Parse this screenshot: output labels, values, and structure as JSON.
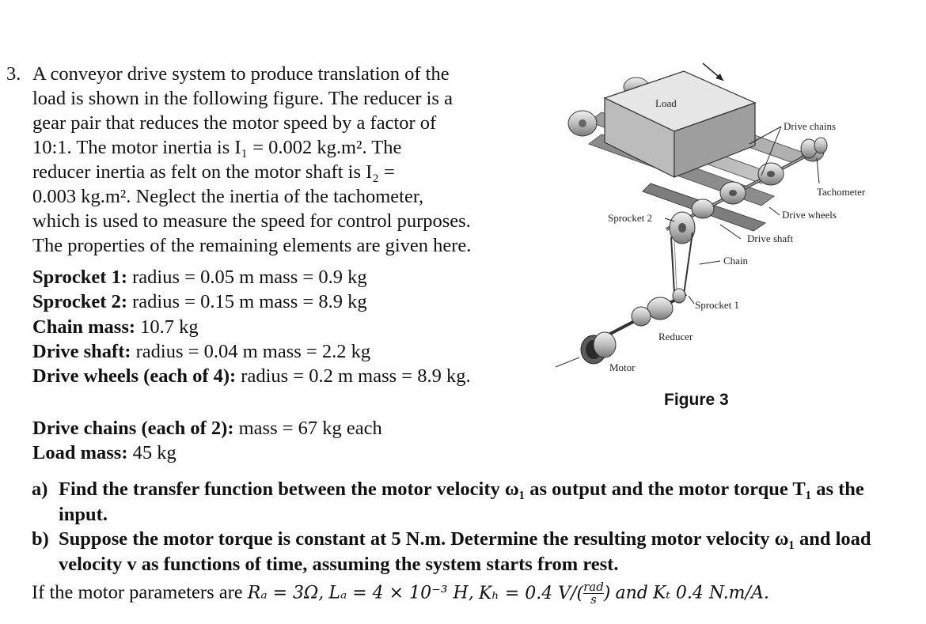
{
  "problem": {
    "number": "3.",
    "intro_lines": [
      "A conveyor drive system to produce translation of the",
      "load is shown in the following figure. The reducer is a",
      "gear pair that reduces the motor speed by a factor of",
      "10:1. The motor inertia is I₁ = 0.002 kg.m². The",
      "reducer inertia as felt on the motor shaft is I₂ =",
      "0.003 kg.m². Neglect the inertia of the tachometer,",
      "which is used to measure the speed for control purposes.",
      "The properties of the remaining elements are given here."
    ]
  },
  "properties": [
    {
      "label": "Sprocket 1:",
      "value": "radius = 0.05 m mass = 0.9 kg"
    },
    {
      "label": "Sprocket 2:",
      "value": "radius = 0.15 m mass = 8.9 kg"
    },
    {
      "label": "Chain mass:",
      "value": "10.7 kg"
    },
    {
      "label": "Drive shaft:",
      "value": "radius = 0.04 m mass = 2.2 kg"
    },
    {
      "label": "Drive wheels (each of 4):",
      "value": "radius = 0.2 m mass = 8.9 kg."
    },
    {
      "label": "Drive chains (each of 2):",
      "value": "mass = 67 kg each"
    },
    {
      "label": "Load mass:",
      "value": "45 kg"
    }
  ],
  "questions": [
    {
      "label": "a)",
      "text": "Find the transfer function between the motor velocity ω₁ as output and the motor torque T₁ as the input."
    },
    {
      "label": "b)",
      "text": "Suppose the motor torque is constant at 5 N.m. Determine the resulting motor velocity ω₁ and load velocity v as functions of time, assuming the system starts from rest."
    }
  ],
  "motor_params": {
    "prefix": "If the motor parameters are",
    "ra": "Rₐ = 3Ω,",
    "la": "Lₐ = 4 × 10⁻³ H,",
    "kb_pre": "Kₕ = 0.4 V/(",
    "kb_num": "rad",
    "kb_den": "s",
    "kb_post": ")",
    "and": "and",
    "kt": "Kₜ 0.4 N.m/A."
  },
  "figure": {
    "caption": "Figure 3",
    "labels": {
      "load": "Load",
      "drive_chains": "Drive chains",
      "tachometer": "Tachometer",
      "drive_wheels": "Drive wheels",
      "sprocket2": "Sprocket 2",
      "drive_shaft": "Drive shaft",
      "chain": "Chain",
      "sprocket1": "Sprocket 1",
      "reducer": "Reducer",
      "motor": "Motor"
    }
  }
}
